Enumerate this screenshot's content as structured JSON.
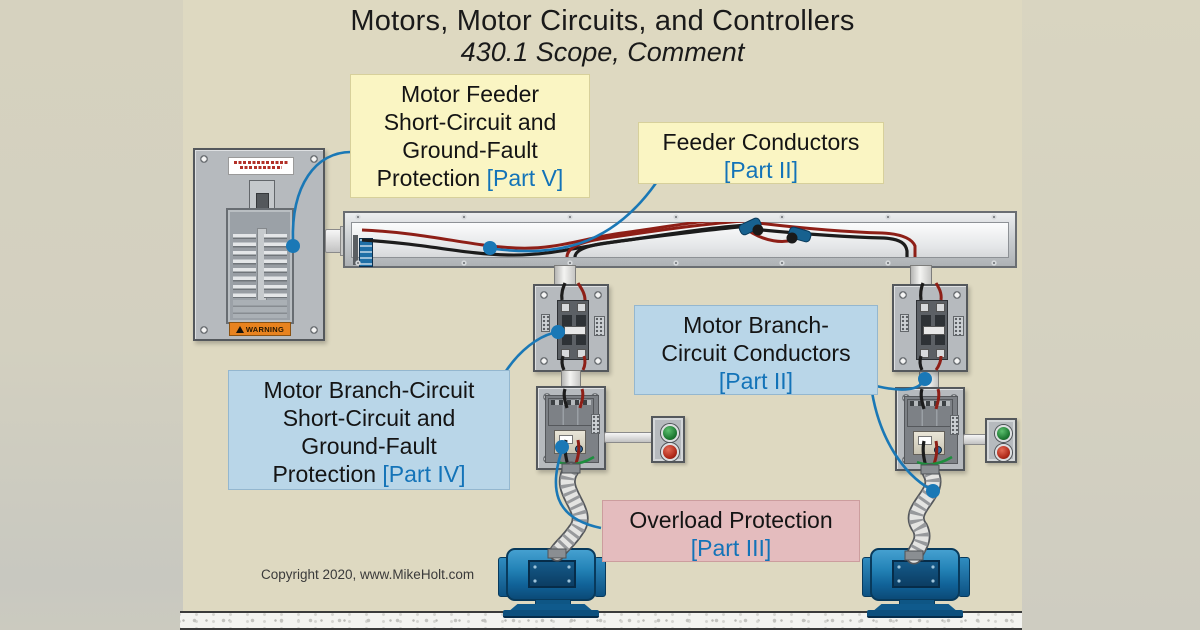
{
  "title": {
    "heading": "Motors, Motor Circuits, and Controllers",
    "subheading": "430.1 Scope, Comment"
  },
  "callouts": {
    "motor_feeder": {
      "line1": "Motor Feeder",
      "line2": "Short-Circuit and",
      "line3": "Ground-Fault",
      "line4": "Protection ",
      "part": "[Part V]"
    },
    "feeder_conductors": {
      "line1": "Feeder Conductors",
      "part": "[Part II]"
    },
    "branch_conductors": {
      "line1": "Motor Branch-",
      "line2": "Circuit Conductors",
      "part": "[Part II]"
    },
    "branch_protection": {
      "line1": "Motor Branch-Circuit",
      "line2": "Short-Circuit and",
      "line3": "Ground-Fault",
      "line4": "Protection ",
      "part": "[Part IV]"
    },
    "overload_protection": {
      "line1": "Overload Protection",
      "part": "[Part III]"
    }
  },
  "panel": {
    "warning_label": "WARNING"
  },
  "footer": {
    "copyright": "Copyright 2020, www.MikeHolt.com"
  },
  "colors": {
    "background_beige": "#DED9C1",
    "callout_yellow": "#FAF5C3",
    "callout_blue": "#B9D6E8",
    "callout_pink": "#E4BCBE",
    "part_reference_blue": "#1373B8",
    "pointer_line_blue": "#1A78B6",
    "motor_blue": "#1B6FA3",
    "enclosure_gray": "#B6BABE",
    "wire_black": "#1C1C1C",
    "wire_red": "#8E1F17",
    "wire_green": "#1E8E3E",
    "warning_orange": "#E8831F"
  }
}
